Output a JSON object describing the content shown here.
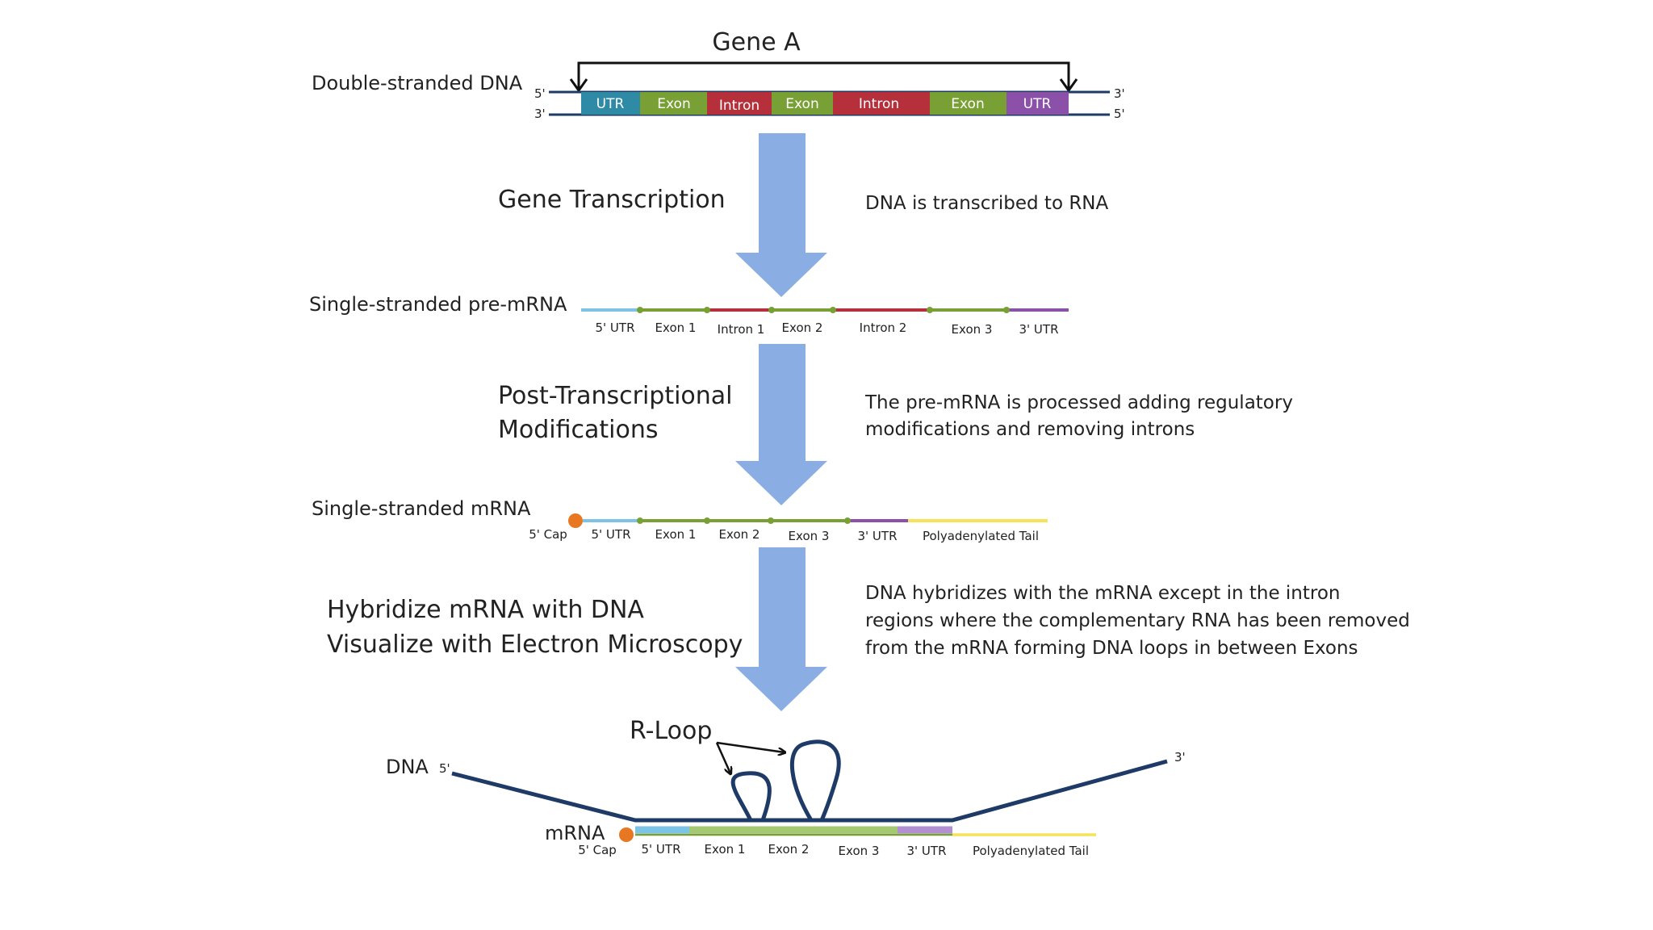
{
  "gene_title": "Gene A",
  "colors": {
    "utr_left": "#2f8aa6",
    "exon": "#78a035",
    "intron": "#b5303a",
    "utr_right": "#8b50a8",
    "arrow_fill": "#8aaee4",
    "dna_strand": "#1d3b66",
    "cap": "#e87722",
    "poly_tail": "#f5e35a",
    "light_blue": "#7cc3e6",
    "light_green": "#a5c873",
    "light_purple": "#b18fd0"
  },
  "dna": {
    "label": "Double-stranded DNA",
    "top_left_end": "5'",
    "top_right_end": "3'",
    "bottom_left_end": "3'",
    "bottom_right_end": "5'",
    "segments": [
      "UTR",
      "Exon",
      "Intron",
      "Exon",
      "Intron",
      "Exon",
      "UTR"
    ]
  },
  "steps": {
    "transcription": {
      "label": "Gene Transcription",
      "note": "DNA is transcribed to RNA"
    },
    "post_transcriptional": {
      "label_line1": "Post-Transcriptional",
      "label_line2": "Modifications",
      "note_line1": "The pre-mRNA is processed adding regulatory",
      "note_line2": "modifications and removing introns"
    },
    "hybridize": {
      "label_line1": "Hybridize mRNA with DNA",
      "label_line2": "Visualize with Electron Microscopy",
      "note_line1": "DNA hybridizes with the mRNA except in the intron",
      "note_line2": "regions where the complementary RNA has been removed",
      "note_line3": "from the mRNA forming DNA loops in between Exons"
    }
  },
  "pre_mrna": {
    "label": "Single-stranded pre-mRNA",
    "segments": [
      "5' UTR",
      "Exon 1",
      "Intron 1",
      "Exon 2",
      "Intron 2",
      "Exon 3",
      "3' UTR"
    ]
  },
  "mrna": {
    "label": "Single-stranded mRNA",
    "cap": "5' Cap",
    "segments": [
      "5' UTR",
      "Exon 1",
      "Exon 2",
      "Exon 3",
      "3' UTR",
      "Polyadenylated Tail"
    ]
  },
  "hybrid": {
    "r_loop_label": "R-Loop",
    "dna_label": "DNA",
    "dna_five_prime": "5'",
    "dna_three_prime": "3'",
    "mrna_label": "mRNA",
    "cap": "5' Cap",
    "segments": [
      "5' UTR",
      "Exon 1",
      "Exon 2",
      "Exon 3",
      "3' UTR",
      "Polyadenylated Tail"
    ]
  }
}
